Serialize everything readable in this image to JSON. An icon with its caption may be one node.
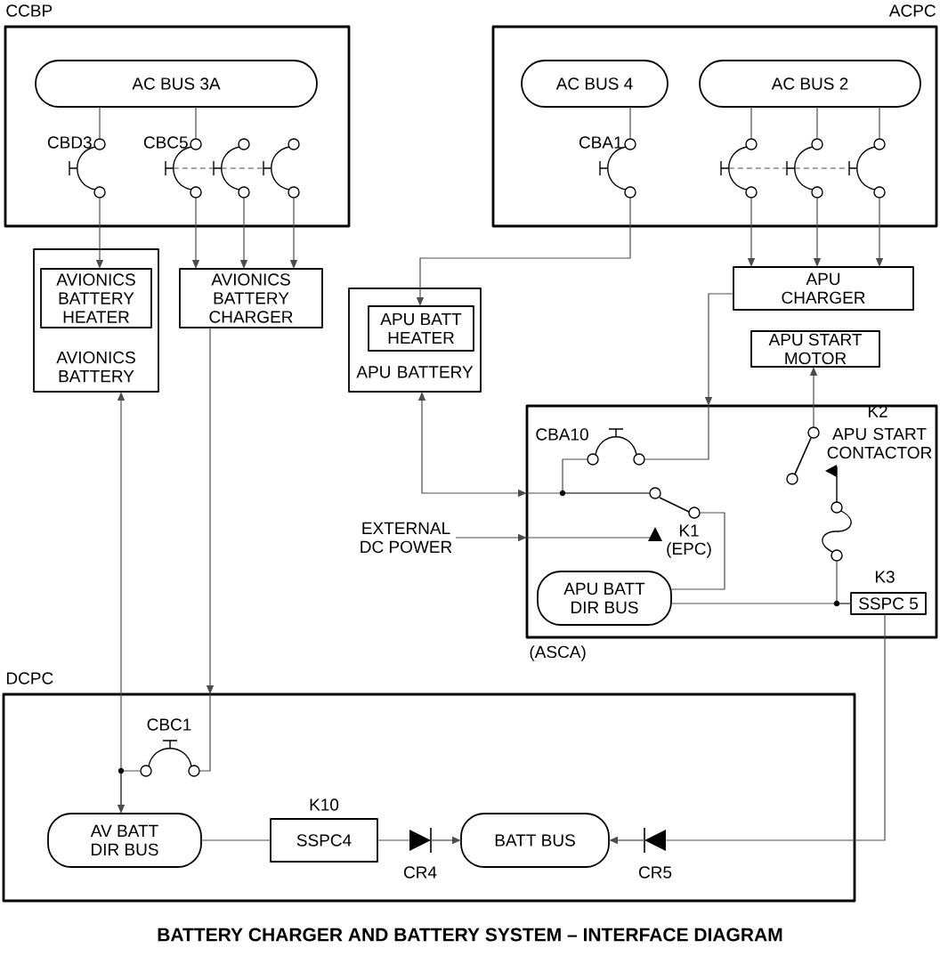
{
  "diagram": {
    "title": "BATTERY CHARGER AND BATTERY SYSTEM – INTERFACE DIAGRAM",
    "nodes": [
      {
        "text": [
          "CCBP"
        ]
      },
      {
        "text": [
          "AC BUS 3A"
        ],
        "in": 0
      },
      {
        "text": [
          "CBD3"
        ],
        "in": 0
      },
      {
        "text": [
          "CBC5"
        ],
        "in": 0
      },
      {
        "text": [],
        "shape": "breaker",
        "in": 0
      },
      {
        "text": [],
        "shape": "breaker",
        "in": 0
      },
      {
        "text": [
          "ACPC"
        ]
      },
      {
        "text": [
          "AC BUS 4"
        ],
        "in": 6
      },
      {
        "text": [
          "AC BUS 2"
        ],
        "in": 6
      },
      {
        "text": [
          "CBA1"
        ],
        "in": 6
      },
      {
        "text": [],
        "shape": "breaker",
        "in": 6
      },
      {
        "text": [],
        "shape": "breaker",
        "in": 6
      },
      {
        "text": [],
        "shape": "breaker",
        "in": 6
      },
      {
        "text": [
          "AVIONICS BATTERY"
        ]
      },
      {
        "text": [
          "AVIONICS BATTERY HEATER"
        ],
        "in": 13
      },
      {
        "text": [
          "AVIONICS BATTERY CHARGER"
        ]
      },
      {
        "text": [
          "APU BATTERY"
        ]
      },
      {
        "text": [
          "APU BATT HEATER"
        ],
        "in": 16
      },
      {
        "text": [
          "APU CHARGER"
        ]
      },
      {
        "text": [
          "APU START MOTOR"
        ]
      },
      {
        "text": [
          "(ASCA)"
        ]
      },
      {
        "text": [
          "CBA10"
        ],
        "in": 20
      },
      {
        "text": [],
        "shape": "switch",
        "in": 20,
        "beside": [
          "K2",
          "APU START CONTACTOR"
        ]
      },
      {
        "text": [
          "EXTERNAL DC POWER"
        ]
      },
      {
        "text": [
          "K1",
          "(EPC)"
        ],
        "in": 20
      },
      {
        "text": [],
        "shape": "fuse",
        "in": 20
      },
      {
        "text": [
          "APU BATT DIR BUS"
        ],
        "in": 20
      },
      {
        "text": [
          "SSPC 5"
        ],
        "in": 20,
        "beside": [
          "K3"
        ]
      },
      {
        "text": [
          "DCPC"
        ]
      },
      {
        "text": [
          "CBC1"
        ],
        "in": 28
      },
      {
        "text": [
          "AV BATT DIR BUS"
        ],
        "in": 28
      },
      {
        "text": [
          "SSPC4"
        ],
        "in": 28,
        "beside": [
          "K10"
        ]
      },
      {
        "text": [],
        "shape": "diode",
        "in": 28,
        "beside": [
          "CR4"
        ]
      },
      {
        "text": [
          "BATT BUS"
        ],
        "in": 28
      },
      {
        "text": [],
        "shape": "diode",
        "in": 28,
        "beside": [
          "CR5"
        ]
      }
    ],
    "edges": [
      {
        "from": 1,
        "to": 2,
        "arrow": "none"
      },
      {
        "from": 1,
        "to": 3,
        "arrow": "none"
      },
      {
        "from": 2,
        "to": 14,
        "arrow": "to"
      },
      {
        "from": 3,
        "to": 15,
        "arrow": "to"
      },
      {
        "from": 4,
        "to": 15,
        "arrow": "to"
      },
      {
        "from": 5,
        "to": 15,
        "arrow": "to"
      },
      {
        "from": 7,
        "to": 9,
        "arrow": "none"
      },
      {
        "from": 8,
        "to": 10,
        "arrow": "none"
      },
      {
        "from": 8,
        "to": 11,
        "arrow": "none"
      },
      {
        "from": 8,
        "to": 12,
        "arrow": "none"
      },
      {
        "from": 9,
        "to": 17,
        "arrow": "to"
      },
      {
        "from": 10,
        "to": 18,
        "arrow": "to"
      },
      {
        "from": 11,
        "to": 18,
        "arrow": "to"
      },
      {
        "from": 12,
        "to": 18,
        "arrow": "to"
      },
      {
        "from": 18,
        "to": 20,
        "arrow": "to"
      },
      {
        "from": 22,
        "to": 19,
        "arrow": "to"
      },
      {
        "from": 16,
        "to": 20,
        "arrow": "both"
      },
      {
        "from": 21,
        "to": 24,
        "arrow": "none"
      },
      {
        "from": 23,
        "to": 20,
        "arrow": "to"
      },
      {
        "from": 24,
        "to": 26,
        "arrow": "none"
      },
      {
        "from": 26,
        "to": 27,
        "arrow": "none"
      },
      {
        "from": 25,
        "to": 27,
        "arrow": "none"
      },
      {
        "from": 13,
        "to": 30,
        "arrow": "both"
      },
      {
        "from": 15,
        "to": 28,
        "arrow": "to"
      },
      {
        "from": 29,
        "to": 30,
        "arrow": "none"
      },
      {
        "from": 30,
        "to": 31,
        "arrow": "none"
      },
      {
        "from": 31,
        "to": 32,
        "arrow": "none"
      },
      {
        "from": 32,
        "to": 33,
        "arrow": "to"
      },
      {
        "from": 27,
        "to": 34,
        "arrow": "none"
      },
      {
        "from": 34,
        "to": 33,
        "arrow": "to"
      },
      {
        "from": 20,
        "to": 21,
        "arrow": "none"
      },
      {
        "from": 20,
        "to": 24,
        "arrow": "none"
      },
      {
        "from": 20,
        "to": 24,
        "arrow": "none"
      },
      {
        "from": 28,
        "to": 29,
        "arrow": "none"
      },
      {
        "from": 3,
        "to": 4,
        "arrow": "none",
        "style": "dashed"
      },
      {
        "from": 4,
        "to": 5,
        "arrow": "none",
        "style": "dashed"
      },
      {
        "from": 10,
        "to": 11,
        "arrow": "none",
        "style": "dashed"
      },
      {
        "from": 11,
        "to": 12,
        "arrow": "none",
        "style": "dashed"
      }
    ]
  }
}
